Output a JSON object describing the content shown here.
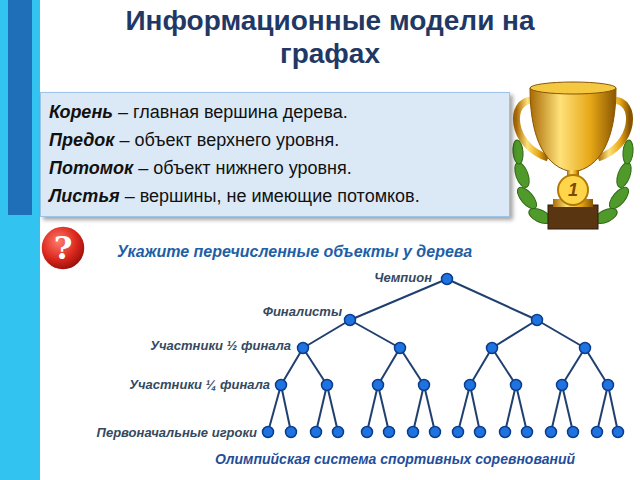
{
  "diagram": {
    "title": "Информационные модели на графах",
    "caption": "Олимпийская система спортивных соревнований",
    "nodes": [
      {
        "text": [
          "Корень",
          "– главная вершина дерева.",
          "Предок",
          "– объект верхнего уровня.",
          "Потомок",
          "– объект нижнего уровня.",
          "Листья",
          "– вершины, не имеющие потомков."
        ]
      },
      {
        "text": [
          "?"
        ]
      }
    ],
    "labels": [
      "Укажите перечисленные объекты у дерева",
      "Чемпион",
      "Финалисты",
      "Участники ½ финала",
      "Участники ¼ финала",
      "Первоначальные игроки",
      "1"
    ]
  }
}
